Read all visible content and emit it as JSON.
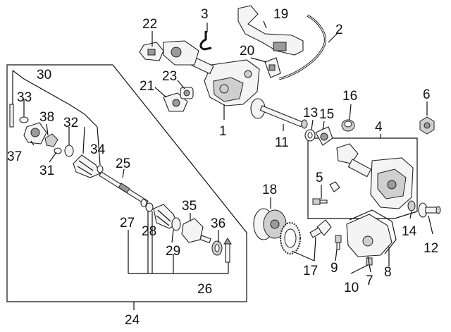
{
  "diagram": {
    "title": "Front Axle / Differential Exploded View",
    "callouts": {
      "c1": "1",
      "c2": "2",
      "c3": "3",
      "c4": "4",
      "c5": "5",
      "c6": "6",
      "c7": "7",
      "c8": "8",
      "c9": "9",
      "c10": "10",
      "c11": "11",
      "c12": "12",
      "c13": "13",
      "c14": "14",
      "c15": "15",
      "c16": "16",
      "c17": "17",
      "c18": "18",
      "c19": "19",
      "c20": "20",
      "c21": "21",
      "c22": "22",
      "c23": "23",
      "c24": "24",
      "c25": "25",
      "c26": "26",
      "c27": "27",
      "c28": "28",
      "c29": "29",
      "c30": "30",
      "c31": "31",
      "c32": "32",
      "c33": "33",
      "c34": "34",
      "c35": "35",
      "c36": "36",
      "c37": "37",
      "c38": "38"
    }
  }
}
